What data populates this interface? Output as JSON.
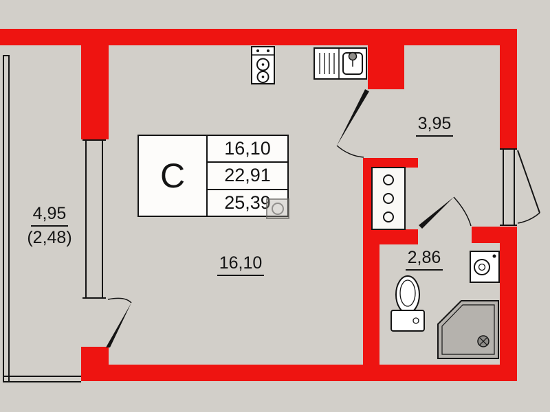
{
  "title": "Studio apartment floor plan",
  "colors": {
    "background": "#d2cfc9",
    "wall": "#ee1411",
    "line": "#141414",
    "shower_fill": "#b5b2ad"
  },
  "rooms": {
    "balcony": {
      "area": "4,95",
      "area_reduced": "(2,48)"
    },
    "main_room": {
      "area": "16,10"
    },
    "hallway": {
      "area": "3,95"
    },
    "bathroom": {
      "area": "2,86"
    }
  },
  "stamp": {
    "type_letter": "С",
    "rows": [
      {
        "value": "16,10"
      },
      {
        "value": "22,91"
      },
      {
        "value": "25,39"
      }
    ]
  },
  "icons": {
    "stove-icon": "two-burner cooktop square",
    "kitchen-sink-icon": "sink with drainboard and faucet",
    "riser-shaft": "shaft box with three circles",
    "toilet-icon": "toilet bowl with cistern",
    "washing-machine-icon": "square with drum circle",
    "shower-icon": "gray shower tray with drain",
    "door-swing": "door leaf with arc",
    "window": "double-line window",
    "balcony-glazing": "double-line glazing",
    "stamp-icon": "faint gray emblem"
  }
}
